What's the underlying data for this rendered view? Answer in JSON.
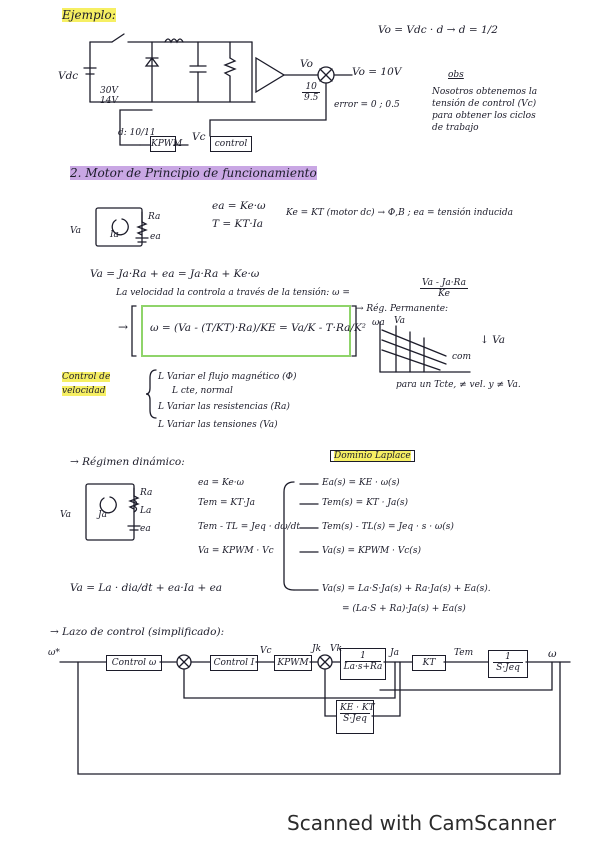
{
  "ejemplo": {
    "title": "Ejemplo:",
    "top_right_eq": "Vo = Vdc · d   → d = 1/2",
    "vdc": "Vdc",
    "v30": "30V",
    "v14": "14V",
    "vo": "Vo",
    "vo_val": "Vo = 10V",
    "gain_n": "10",
    "gain_d": "9.5",
    "error": "error = 0 ; 0.5",
    "d_frac": "d: 10/11",
    "kpwm": "KPWM",
    "vc": "Vc",
    "control": "control",
    "obs_label": "obs",
    "obs_text": "Nosotros obtenemos la tensión de control (Vc) para obtener los ciclos de trabajo"
  },
  "section2": {
    "title": "2. Motor de Principio de funcionamiento",
    "ra": "Ra",
    "ia": "Ia",
    "ea": "ea",
    "va": "Va",
    "eq_ea": "ea = Ke·ω",
    "eq_T": "T = KT·Ia",
    "ke_kt": "Ke = KT (motor dc) → Φ,B ; ea = tensión inducida",
    "va_eq": "Va = Ja·Ra + ea = Ja·Ra + Ke·ω",
    "vel_text": "La velocidad la controla a través de la tensión: ω =",
    "vel_frac_n": "Va - Ja·Ra",
    "vel_frac_d": "Ke",
    "reg_perm": "→ Rég. Permanente:",
    "omega_box": "ω = (Va - (T/KT)·Ra)/KE = Va/K - T·Ra/K²",
    "arrow": "→",
    "ctrl_vel": "Control de velocidad",
    "opt1": "L Variar el flujo magnético (Φ)",
    "opt1b": "L cte, normal",
    "opt2": "L Variar las resistencias (Ra)",
    "opt3": "L Variar las tensiones (Va)",
    "graph_wa": "ωa",
    "graph_va": "Va",
    "graph_com": "com",
    "graph_down": "↓ Va",
    "para_un": "para un Tcte, ≠ vel. y ≠ Va."
  },
  "regimen": {
    "title": "→ Régimen dinámico:",
    "laplace": "Dominio Laplace",
    "eq1": "ea = Ke·ω",
    "eq2": "Tem = KT·Ja",
    "eq3": "Tem - TL = Jeq · dω/dt",
    "eq4": "Va = KPWM · Vc",
    "lap1": "Ea(s) = KE · ω(s)",
    "lap2": "Tem(s) = KT · Ja(s)",
    "lap3": "Tem(s) - TL(s) = Jeq · s · ω(s)",
    "lap4": "Va(s) = KPWM · Vc(s)",
    "va_full": "Va = La · dia/dt + ea·Ia + ea",
    "lap5": "Va(s) = La·S·Ja(s) + Ra·Ja(s) + Ea(s).",
    "lap6": "= (La·S + Ra)·Ja(s) + Ea(s)",
    "ra": "Ra",
    "la": "La",
    "ea": "ea",
    "va": "Va",
    "ja": "Ja"
  },
  "lazo": {
    "title": "→ Lazo de control (simplificado):",
    "w_ref": "ω*",
    "control_w": "Control ω",
    "control_i": "Control I",
    "vc": "Vc",
    "kpwm": "KPWM",
    "jk": "Jk",
    "vk": "Vk",
    "plant_n": "1",
    "plant_d": "La·s+Ra",
    "ja": "Ja",
    "kt": "KT",
    "tem": "Tem",
    "mech_n": "1",
    "mech_d": "S·Jeq",
    "w_out": "ω",
    "fb_n": "KE · KT",
    "fb_d": "S·Jeq"
  },
  "footer": "Scanned with CamScanner"
}
